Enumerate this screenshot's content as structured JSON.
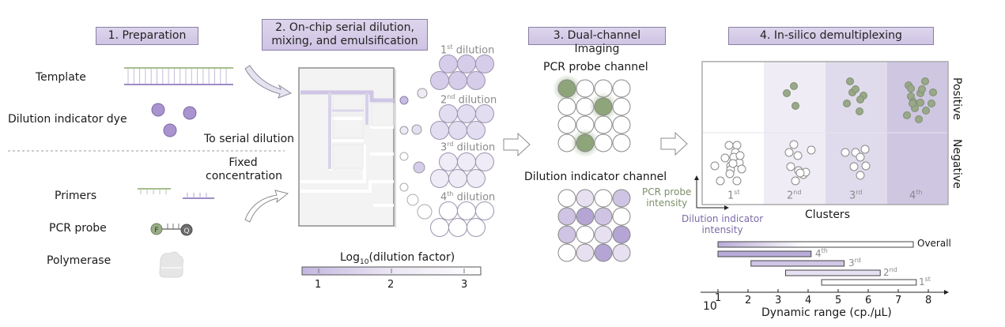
{
  "stages": {
    "s1": "1. Preparation",
    "s2_line1": "2. On-chip serial dilution,",
    "s2_line2": "mixing, and emulsification",
    "s3": "3. Dual-channel Imaging",
    "s4": "4. In-silico demultiplexing"
  },
  "preparation": {
    "template": "Template",
    "dye": "Dilution indicator dye",
    "to_serial": "To serial dilution",
    "fixed_line1": "Fixed",
    "fixed_line2": "concentration",
    "primers": "Primers",
    "probe": "PCR probe",
    "probe_f": "F",
    "probe_q": "Q",
    "polymerase": "Polymerase"
  },
  "chip": {
    "dilutions": [
      {
        "num": "1",
        "sup": "st",
        "label": "dilution"
      },
      {
        "num": "2",
        "sup": "nd",
        "label": "dilution"
      },
      {
        "num": "3",
        "sup": "rd",
        "label": "dilution"
      },
      {
        "num": "4",
        "sup": "th",
        "label": "dilution"
      }
    ],
    "colorbar_title_pre": "Log",
    "colorbar_title_sub": "10",
    "colorbar_title_post": "(dilution factor)",
    "colorbar_ticks": [
      "1",
      "2",
      "3"
    ]
  },
  "imaging": {
    "probe_channel": "PCR probe channel",
    "indicator_channel": "Dilution indicator channel",
    "probe_grid_positive": [
      [
        0,
        0
      ],
      [
        1,
        2
      ],
      [
        3,
        1
      ]
    ],
    "indicator_levels": [
      [
        0,
        1,
        0,
        2
      ],
      [
        2,
        3,
        2,
        0
      ],
      [
        2,
        0,
        1,
        3
      ],
      [
        0,
        1,
        3,
        1
      ]
    ]
  },
  "demux": {
    "row_labels": [
      "Positive",
      "Negative"
    ],
    "cluster_labels": [
      {
        "num": "1",
        "sup": "st"
      },
      {
        "num": "2",
        "sup": "nd"
      },
      {
        "num": "3",
        "sup": "rd"
      },
      {
        "num": "4",
        "sup": "th"
      }
    ],
    "clusters_title": "Clusters",
    "y_axis_line1": "PCR probe",
    "y_axis_line2": "intensity",
    "x_axis_line1": "Dilution indicator",
    "x_axis_line2": "intensity",
    "positive_counts": [
      0,
      3,
      7,
      15
    ],
    "negative_counts": [
      15,
      10,
      7,
      0
    ]
  },
  "colors": {
    "purple_accent": "#7e6aa8",
    "green_accent": "#8ea57a",
    "title_fill": "#d6cdea"
  },
  "chart_data": {
    "type": "bar",
    "title": "",
    "xlabel": "Dynamic range (cp./µL)",
    "x_base_label": "10",
    "x_ticks": [
      "1",
      "2",
      "3",
      "4",
      "5",
      "6",
      "7",
      "8"
    ],
    "xlim": [
      0.3,
      8.6
    ],
    "categories": [
      "Overall",
      "4th",
      "3rd",
      "2nd",
      "1st"
    ],
    "series": [
      {
        "name": "Overall",
        "label_num": "Overall",
        "label_sup": "",
        "start": 1.0,
        "end": 7.5
      },
      {
        "name": "4th",
        "label_num": "4",
        "label_sup": "th",
        "start": 1.0,
        "end": 4.1
      },
      {
        "name": "3rd",
        "label_num": "3",
        "label_sup": "rd",
        "start": 2.1,
        "end": 5.2
      },
      {
        "name": "2nd",
        "label_num": "2",
        "label_sup": "nd",
        "start": 3.25,
        "end": 6.4
      },
      {
        "name": "1st",
        "label_num": "1",
        "label_sup": "st",
        "start": 4.45,
        "end": 7.6
      }
    ]
  }
}
